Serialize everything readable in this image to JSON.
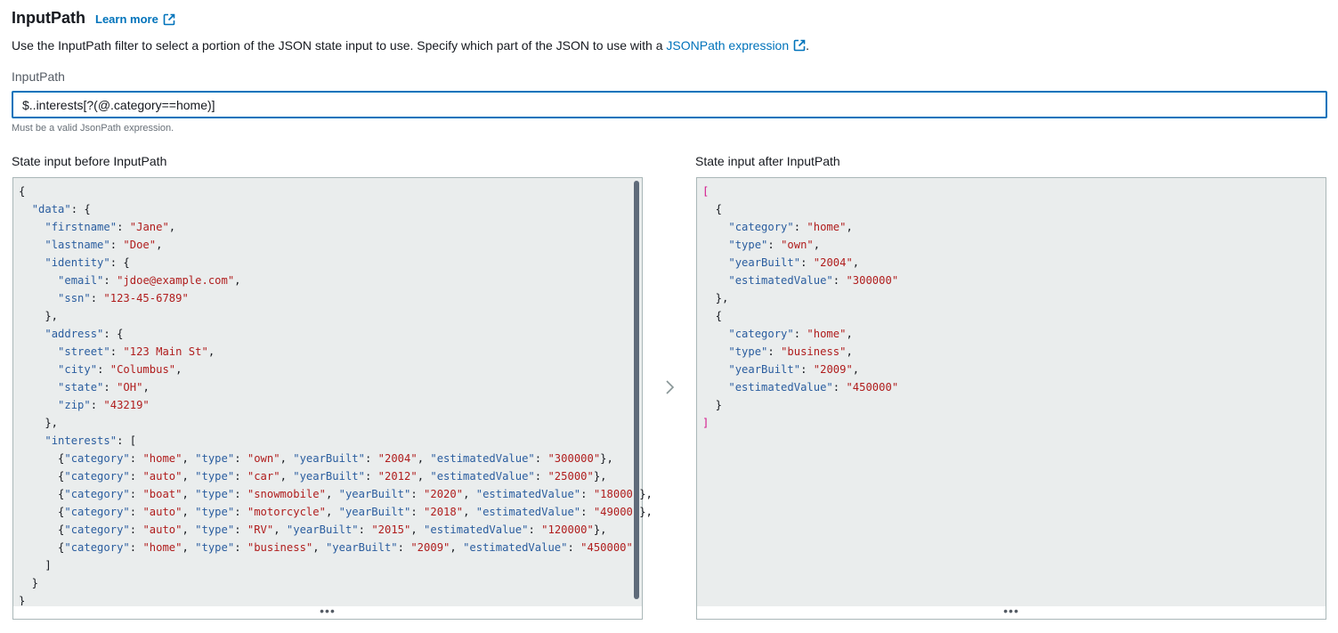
{
  "header": {
    "title": "InputPath",
    "learn_more": "Learn more"
  },
  "description": {
    "text": "Use the InputPath filter to select a portion of the JSON state input to use. Specify which part of the JSON to use with a ",
    "link": "JSONPath expression",
    "end": "."
  },
  "input": {
    "label": "InputPath",
    "value": "$..interests[?(@.category==home)]",
    "hint": "Must be a valid JsonPath expression."
  },
  "panels": {
    "before_label": "State input before InputPath",
    "after_label": "State input after InputPath",
    "resize_glyph": "•••"
  },
  "state_before": {
    "data": {
      "firstname": "Jane",
      "lastname": "Doe",
      "identity": {
        "email": "jdoe@example.com",
        "ssn": "123-45-6789"
      },
      "address": {
        "street": "123 Main St",
        "city": "Columbus",
        "state": "OH",
        "zip": "43219"
      },
      "interests": [
        {
          "category": "home",
          "type": "own",
          "yearBuilt": "2004",
          "estimatedValue": "300000"
        },
        {
          "category": "auto",
          "type": "car",
          "yearBuilt": "2012",
          "estimatedValue": "25000"
        },
        {
          "category": "boat",
          "type": "snowmobile",
          "yearBuilt": "2020",
          "estimatedValue": "18000"
        },
        {
          "category": "auto",
          "type": "motorcycle",
          "yearBuilt": "2018",
          "estimatedValue": "49000"
        },
        {
          "category": "auto",
          "type": "RV",
          "yearBuilt": "2015",
          "estimatedValue": "120000"
        },
        {
          "category": "home",
          "type": "business",
          "yearBuilt": "2009",
          "estimatedValue": "450000"
        }
      ]
    }
  },
  "state_after": [
    {
      "category": "home",
      "type": "own",
      "yearBuilt": "2004",
      "estimatedValue": "300000"
    },
    {
      "category": "home",
      "type": "business",
      "yearBuilt": "2009",
      "estimatedValue": "450000"
    }
  ],
  "colors": {
    "link": "#0073bb",
    "json_key": "#2a5d9f",
    "json_string": "#b01d1d",
    "json_bracket": "#d2138a",
    "panel_bg": "#eaeded"
  }
}
